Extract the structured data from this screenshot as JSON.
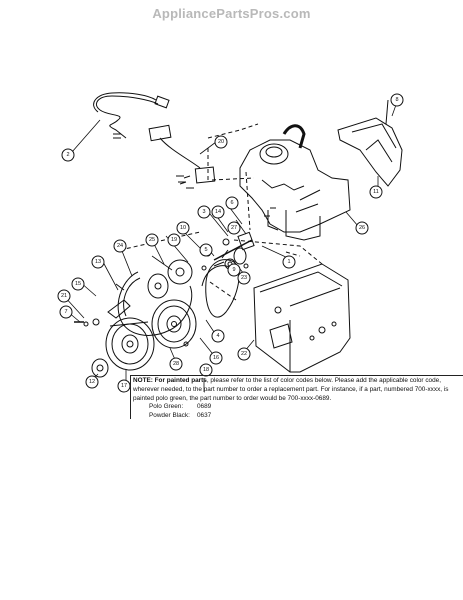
{
  "site": {
    "watermark": "AppliancePartsPros.com"
  },
  "callouts": [
    {
      "id": "c2",
      "label": "2"
    },
    {
      "id": "c20",
      "label": "20"
    },
    {
      "id": "c8",
      "label": "8"
    },
    {
      "id": "c11",
      "label": "11"
    },
    {
      "id": "c26",
      "label": "26"
    },
    {
      "id": "c3",
      "label": "3"
    },
    {
      "id": "c10",
      "label": "10"
    },
    {
      "id": "c6",
      "label": "6"
    },
    {
      "id": "c14",
      "label": "14"
    },
    {
      "id": "c27",
      "label": "27"
    },
    {
      "id": "c1",
      "label": "1"
    },
    {
      "id": "c24",
      "label": "24"
    },
    {
      "id": "c25",
      "label": "25"
    },
    {
      "id": "c19",
      "label": "19"
    },
    {
      "id": "c9",
      "label": "9"
    },
    {
      "id": "c23",
      "label": "23"
    },
    {
      "id": "c5",
      "label": "5"
    },
    {
      "id": "c13",
      "label": "13"
    },
    {
      "id": "c15",
      "label": "15"
    },
    {
      "id": "c21",
      "label": "21"
    },
    {
      "id": "c4",
      "label": "4"
    },
    {
      "id": "c16",
      "label": "16"
    },
    {
      "id": "c18",
      "label": "18"
    },
    {
      "id": "c7",
      "label": "7"
    },
    {
      "id": "c22",
      "label": "22"
    },
    {
      "id": "c28",
      "label": "28"
    },
    {
      "id": "c12",
      "label": "12"
    },
    {
      "id": "c17",
      "label": "17"
    }
  ],
  "note": {
    "label": "NOTE: For painted parts",
    "body": ", please refer to the list of color codes below. Please add the applicable color code, wherever needed, to the part number to order a replacement part. For instance, if a part, numbered 700-xxxx, is painted polo green, the part number to order would be 700-xxxx-0689.",
    "colors": [
      {
        "name": "Polo Green:",
        "code": "0689"
      },
      {
        "name": "Powder Black:",
        "code": "0637"
      }
    ]
  }
}
